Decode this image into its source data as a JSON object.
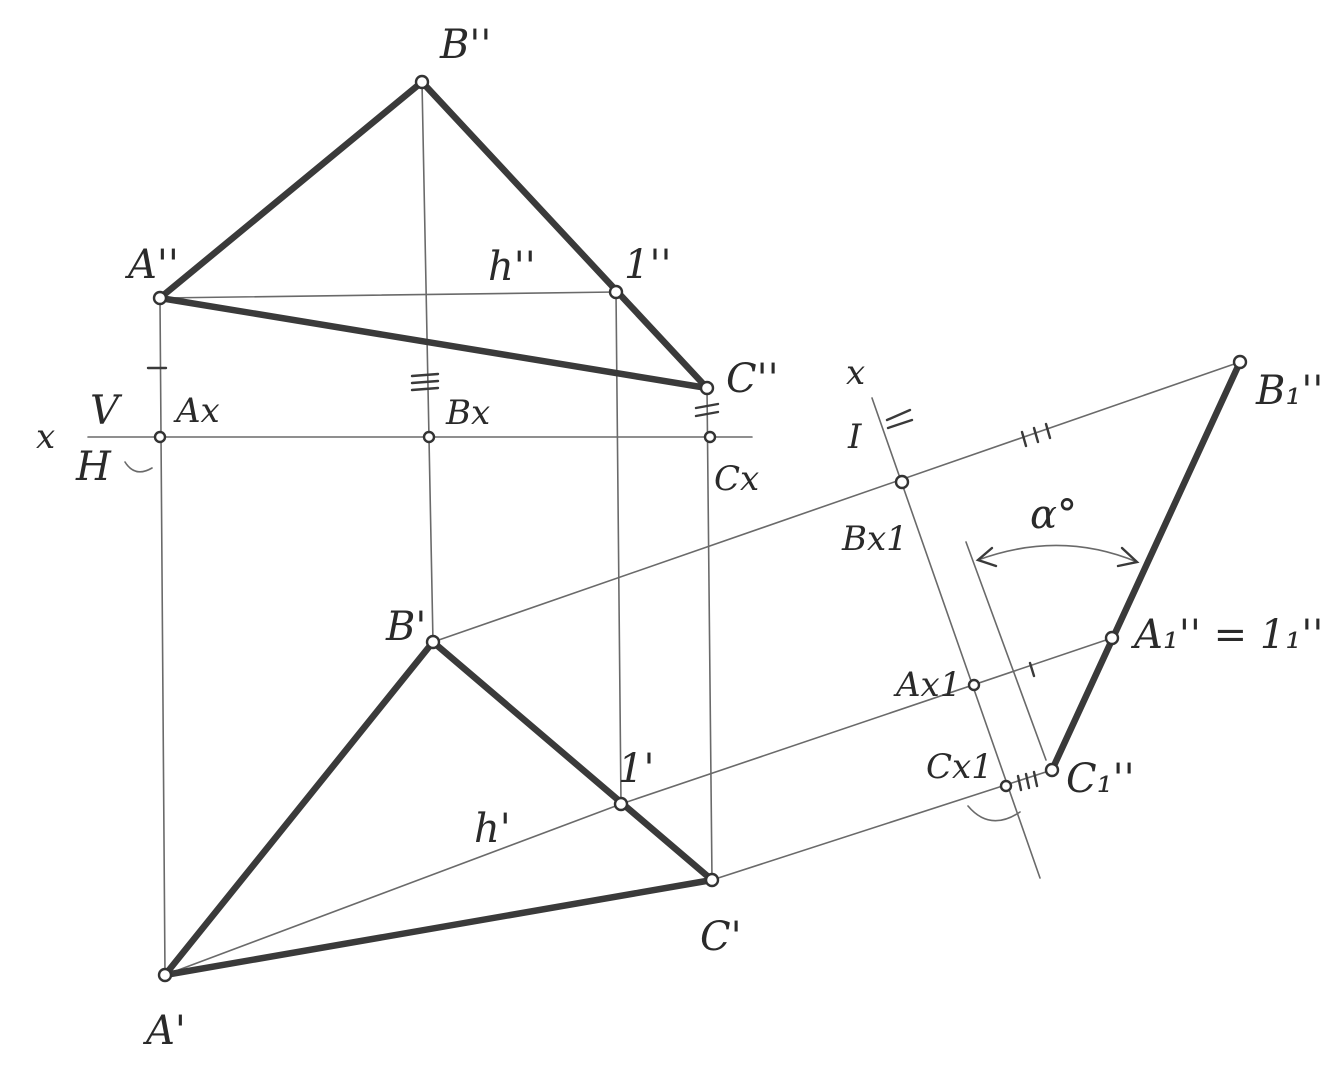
{
  "labels": {
    "A2": "A''",
    "B2": "B''",
    "C2": "C''",
    "p1_2": "1''",
    "h2": "h''",
    "x_axis": "x",
    "V": "V",
    "H": "H",
    "Ax": "Ax",
    "Bx": "Bx",
    "Cx": "Cx",
    "A1": "A'",
    "B1": "B'",
    "C1": "C'",
    "p1_1": "1'",
    "h1": "h'",
    "x1_axis": "x",
    "I": "I",
    "Bx1": "Bx1",
    "Ax1": "Ax1",
    "Cx1": "Cx1",
    "B1n": "B₁''",
    "A1n": "A₁'' = 1₁''",
    "C1n": "C₁''",
    "alpha": "α°"
  }
}
